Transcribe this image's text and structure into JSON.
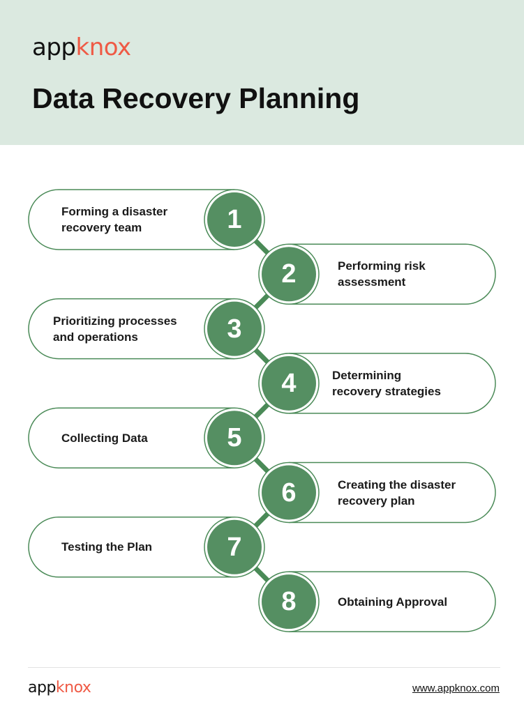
{
  "brand": {
    "part1": "app",
    "part2": "knox",
    "accent_color": "#ef5a45"
  },
  "title": "Data Recovery Planning",
  "colors": {
    "header_bg": "#dbe9e0",
    "circle_fill": "#558f62",
    "line": "#4a8a57"
  },
  "steps": [
    {
      "number": "1",
      "lines": [
        "Forming a disaster",
        "recovery team"
      ]
    },
    {
      "number": "2",
      "lines": [
        "Performing risk",
        "assessment"
      ]
    },
    {
      "number": "3",
      "lines": [
        "Prioritizing processes",
        "and operations"
      ]
    },
    {
      "number": "4",
      "lines": [
        "Determining",
        "recovery strategies"
      ]
    },
    {
      "number": "5",
      "lines": [
        "Collecting Data"
      ]
    },
    {
      "number": "6",
      "lines": [
        "Creating the disaster",
        "recovery plan"
      ]
    },
    {
      "number": "7",
      "lines": [
        "Testing the Plan"
      ]
    },
    {
      "number": "8",
      "lines": [
        "Obtaining Approval"
      ]
    }
  ],
  "footer": {
    "url": "www.appknox.com"
  }
}
